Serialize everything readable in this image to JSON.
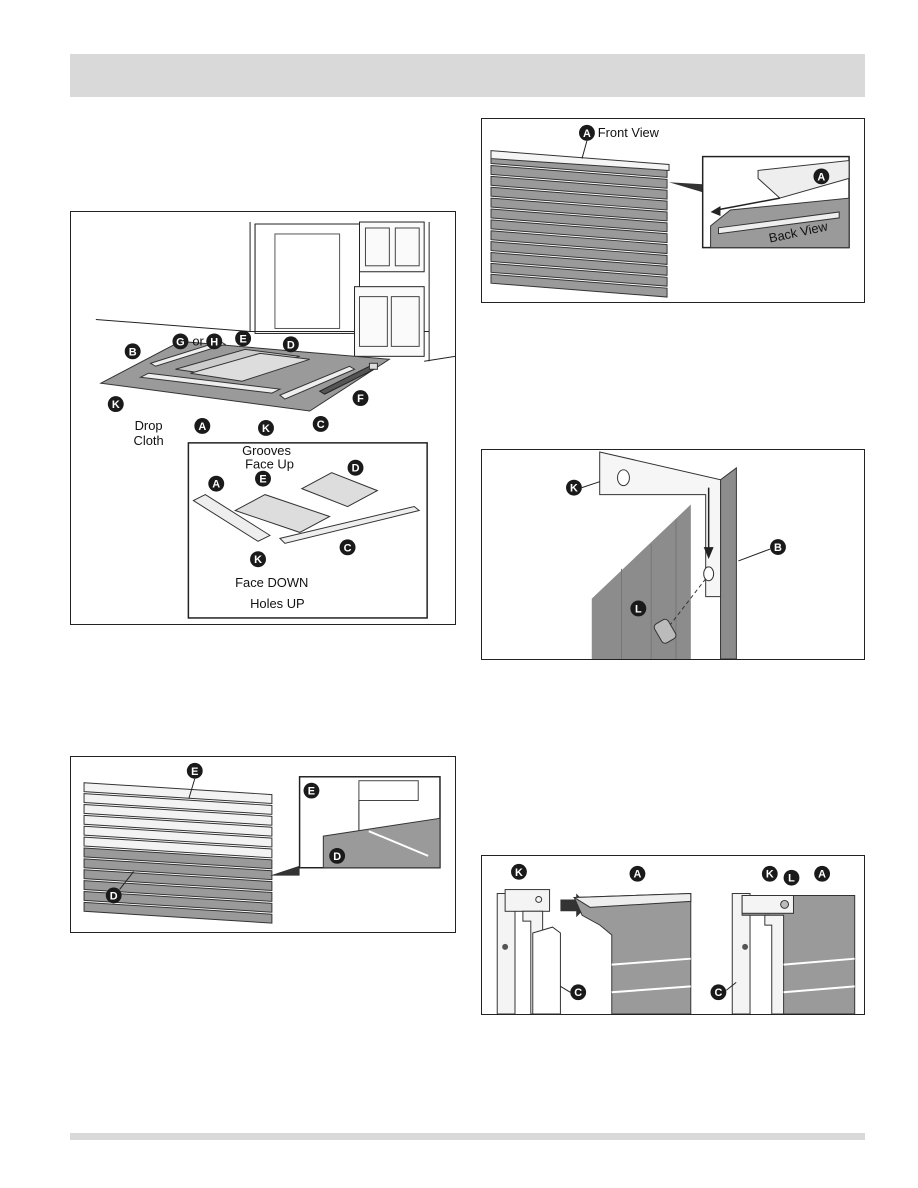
{
  "figures": {
    "fig1": {
      "labels": {
        "B": "B",
        "G": "G",
        "or": "or",
        "H": "H",
        "E": "E",
        "D": "D",
        "K": "K",
        "A": "A",
        "C": "C",
        "F": "F",
        "drop_cloth_1": "Drop",
        "drop_cloth_2": "Cloth"
      },
      "inset": {
        "grooves": "Grooves",
        "face_up": "Face Up",
        "face_down": "Face DOWN",
        "holes_up": "Holes UP",
        "A": "A",
        "E": "E",
        "D": "D",
        "K": "K",
        "C": "C"
      }
    },
    "fig2": {
      "labels": {
        "E_main": "E",
        "D_main": "D",
        "E_inset": "E",
        "D_inset": "D"
      }
    },
    "fig3": {
      "badge": "A",
      "front_view": "Front View",
      "inset_badge": "A",
      "back_view": "Back View"
    },
    "fig4": {
      "labels": {
        "K": "K",
        "B": "B",
        "L": "L"
      }
    },
    "fig5": {
      "left": {
        "K": "K",
        "A": "A",
        "C": "C"
      },
      "right": {
        "K": "K",
        "L": "L",
        "A": "A",
        "C": "C"
      }
    }
  }
}
